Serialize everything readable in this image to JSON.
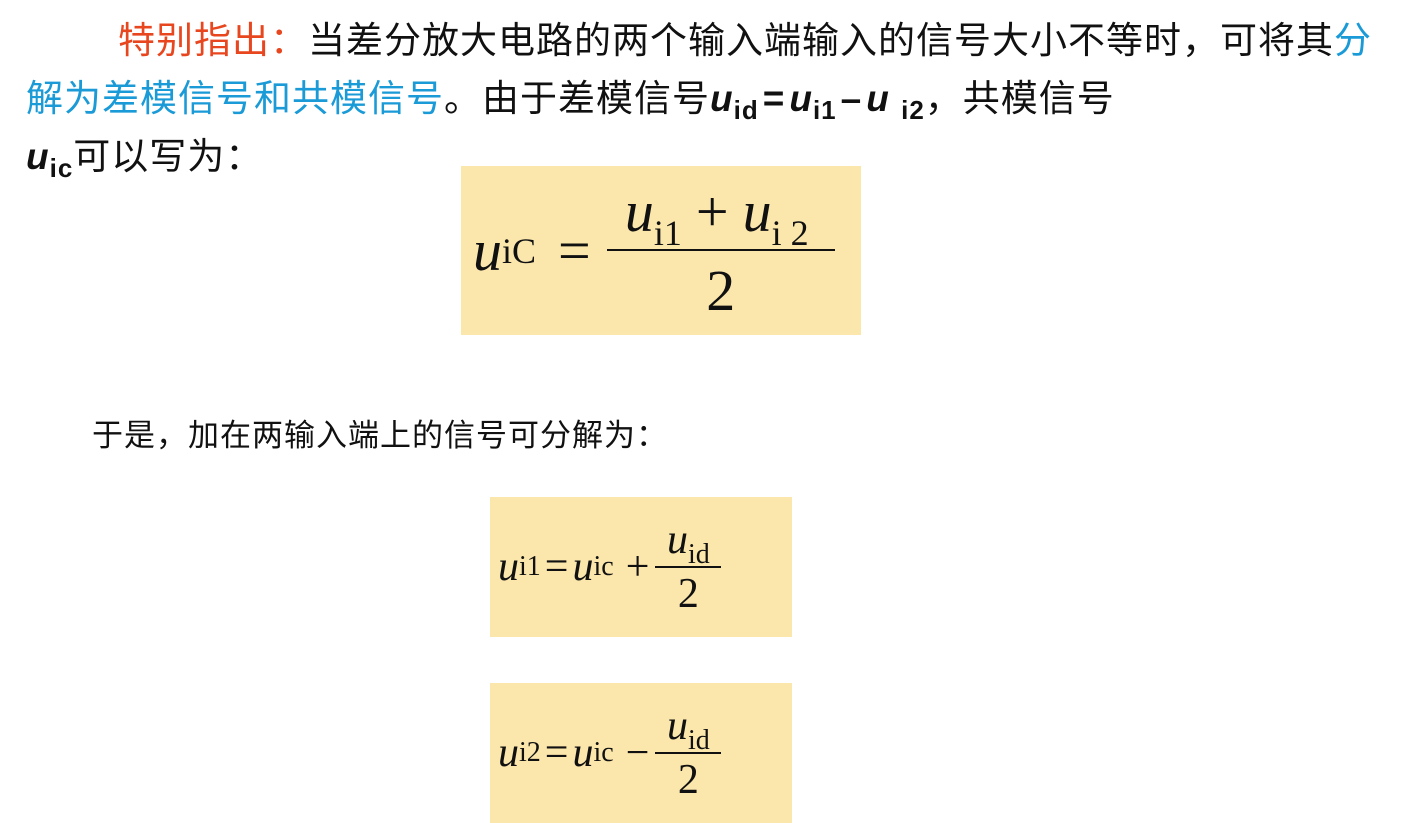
{
  "paragraph": {
    "label": "特别指出：",
    "text1": "当差分放大电路的两个输入端输入的信号大小不等时，可将其",
    "highlight": "分解为差模信号和共模信号",
    "text2": "。由于差模信号",
    "var_u": "u",
    "sub_id": "id",
    "eq": "=",
    "sub_i1": "i1",
    "minus": "–",
    "sub_i2": "i2",
    "text3": "，共模信号",
    "sub_ic": "ic",
    "text4": "可以写为："
  },
  "formula1": {
    "lhs_var": "u",
    "lhs_sub": "iC",
    "eq": "=",
    "num_var1": "u",
    "num_sub1": "i1",
    "plus": "+",
    "num_var2": "u",
    "num_sub2": "i 2",
    "den": "2"
  },
  "caption": "于是，加在两输入端上的信号可分解为：",
  "formula2": {
    "lhs_var": "u",
    "lhs_sub": "i1",
    "eq": "=",
    "rhs_var": "u",
    "rhs_sub": "ic",
    "sign": "+",
    "num_var": "u",
    "num_sub": "id",
    "den": "2"
  },
  "formula3": {
    "lhs_var": "u",
    "lhs_sub": "i2",
    "eq": "=",
    "rhs_var": "u",
    "rhs_sub": "ic",
    "sign": "−",
    "num_var": "u",
    "num_sub": "id",
    "den": "2"
  },
  "colors": {
    "label": "#e8461e",
    "highlight": "#1a9ad6",
    "formula_background": "#fbe6ac"
  }
}
